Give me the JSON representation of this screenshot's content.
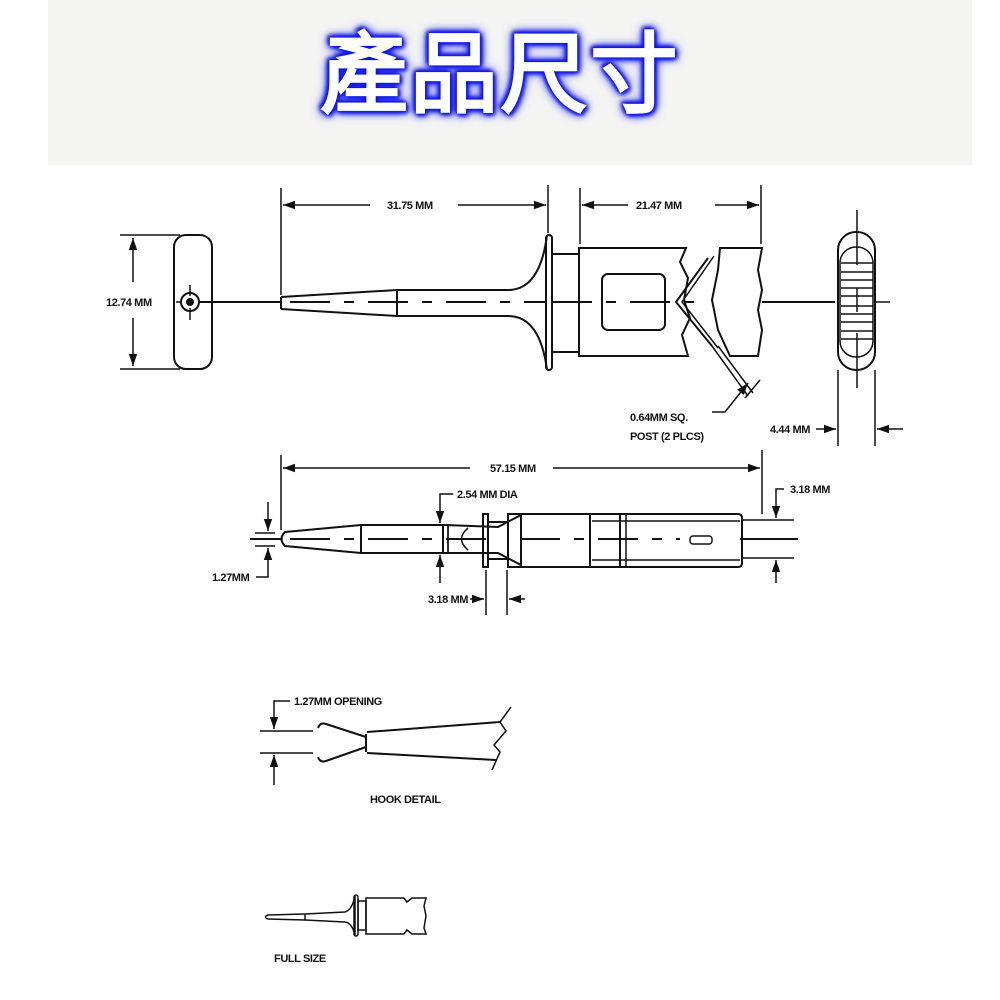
{
  "header": {
    "title": "產品尺寸",
    "title_color": "#ffffff",
    "glow_color": "#0a12d8",
    "band_color": "#f4f4f3"
  },
  "views": {
    "top_view": {
      "dim_height": "12.74 MM",
      "dim_tip_to_flange": "31.75 MM",
      "dim_body_length": "21.47 MM",
      "post_note_line1": "0.64MM SQ.",
      "post_note_line2": "POST (2 PLCS)",
      "dim_end_width": "4.44 MM"
    },
    "side_view": {
      "dim_overall_length": "57.15 MM",
      "dim_shaft_dia": "2.54 MM DIA",
      "dim_tip": "1.27MM",
      "dim_neck": "3.18 MM",
      "dim_end_height": "3.18 MM"
    },
    "hook_detail": {
      "dim_opening": "1.27MM OPENING",
      "caption": "HOOK DETAIL"
    },
    "full_size": {
      "caption": "FULL SIZE"
    }
  }
}
